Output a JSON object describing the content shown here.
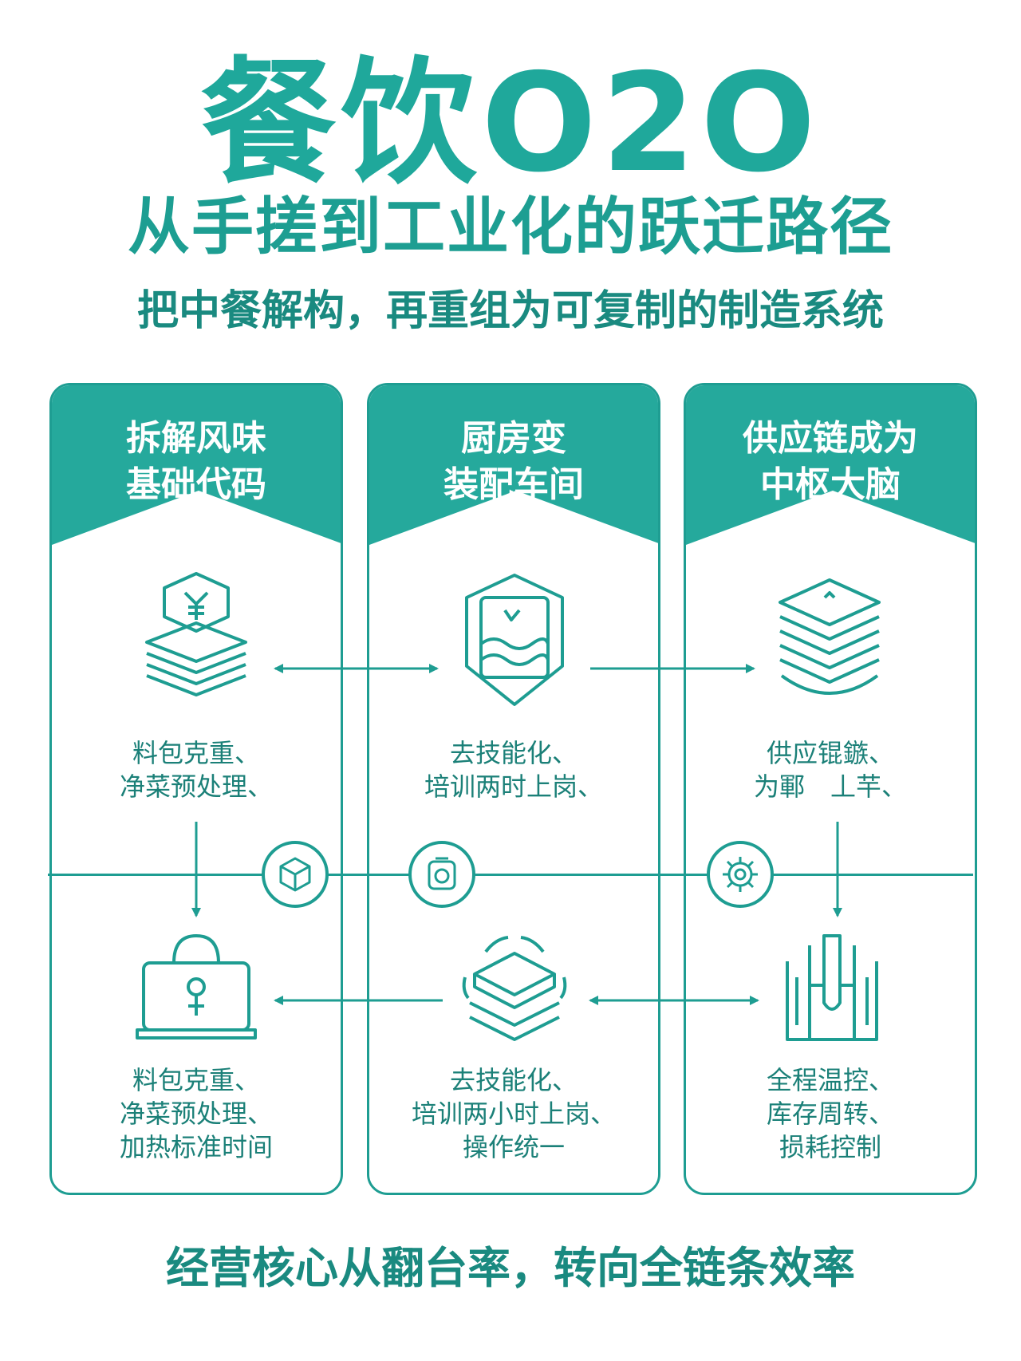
{
  "header": {
    "title": "餐饮O2O",
    "subtitle": "从手搓到工业化的跃迁路径",
    "tagline": "把中餐解构，再重组为可复制的制造系统"
  },
  "columns": [
    {
      "title_lines": [
        "拆解风味",
        "基础代码"
      ],
      "top_desc": [
        "料包克重、",
        "净菜预处理、"
      ],
      "bottom_desc": [
        "料包克重、",
        "净菜预处理、",
        "加热标准时间"
      ],
      "top_icon": "yen-stack-icon",
      "bottom_icon": "bag-icon"
    },
    {
      "title_lines": [
        "厨房变",
        "装配车间"
      ],
      "top_desc": [
        "去技能化、",
        "培训两时上岗、"
      ],
      "bottom_desc": [
        "去技能化、",
        "培训两小时上岗、",
        "操作统一"
      ],
      "top_icon": "kitchen-shield-icon",
      "bottom_icon": "rotating-layers-icon"
    },
    {
      "title_lines": [
        "供应链成为",
        "中枢大脑"
      ],
      "top_desc": [
        "供应锟鏃、",
        "为鄆　丄芉、"
      ],
      "bottom_desc": [
        "全程温控、",
        "库存周转、",
        "损耗控制"
      ],
      "top_icon": "layer-stack-icon",
      "bottom_icon": "building-icon"
    }
  ],
  "connectors": [
    "cube-icon",
    "camera-scan-icon",
    "gear-icon"
  ],
  "footer": "经营核心从翻台率，转向全链条效率",
  "colors": {
    "primary": "#1e9d92",
    "header_fill": "#25a99c",
    "text_dark": "#1b8078"
  }
}
